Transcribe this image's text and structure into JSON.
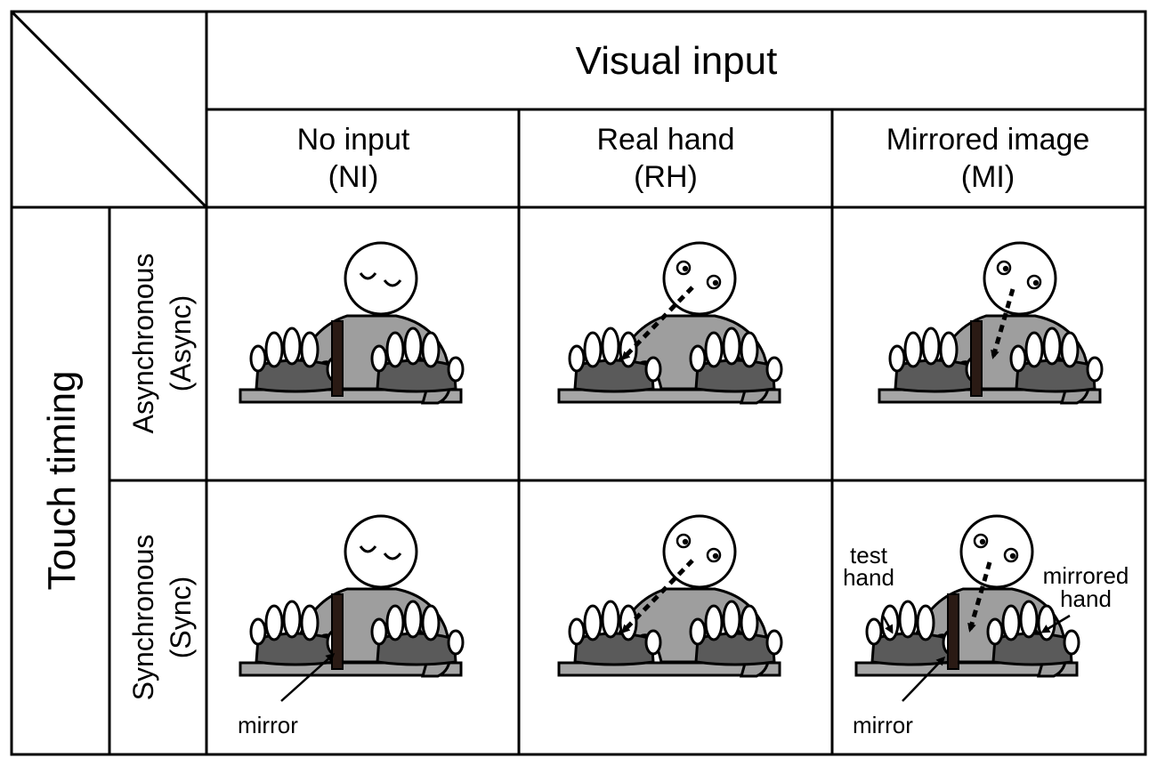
{
  "header": {
    "column_group": "Visual input",
    "row_group": "Touch timing",
    "columns": [
      {
        "name": "No input",
        "abbr": "(NI)"
      },
      {
        "name": "Real hand",
        "abbr": "(RH)"
      },
      {
        "name": "Mirrored image",
        "abbr": "(MI)"
      }
    ],
    "rows": [
      {
        "name": "Asynchronous",
        "abbr": "(Async)"
      },
      {
        "name": "Synchronous",
        "abbr": "(Sync)"
      }
    ]
  },
  "annotations": {
    "mirror": "mirror",
    "test_hand_line1": "test",
    "test_hand_line2": "hand",
    "mirrored_hand_line1": "mirrored",
    "mirrored_hand_line2": "hand"
  }
}
